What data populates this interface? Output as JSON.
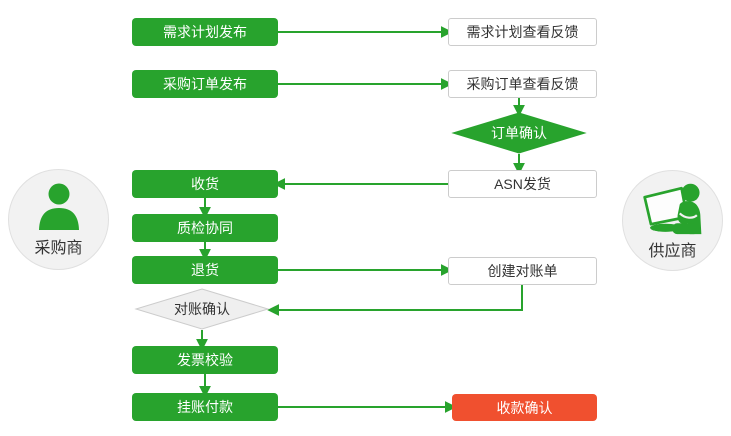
{
  "colors": {
    "green": "#28a32d",
    "red": "#f0502f",
    "box-border": "#cccccc",
    "diamond-fill": "#efefef",
    "circle-fill": "#f2f2f2",
    "circle-border": "#e0e0e0",
    "text-dark": "#333333"
  },
  "actors": {
    "buyer": {
      "label": "采购商",
      "icon": "person-icon"
    },
    "supplier": {
      "label": "供应商",
      "icon": "person-laptop-icon"
    }
  },
  "nodes": {
    "demand_plan_publish": {
      "label": "需求计划发布",
      "type": "process-green"
    },
    "demand_plan_feedback": {
      "label": "需求计划查看反馈",
      "type": "process-white"
    },
    "po_publish": {
      "label": "采购订单发布",
      "type": "process-green"
    },
    "po_feedback": {
      "label": "采购订单查看反馈",
      "type": "process-white"
    },
    "order_confirm": {
      "label": "订单确认",
      "type": "decision-green"
    },
    "asn_ship": {
      "label": "ASN发货",
      "type": "process-white"
    },
    "receive": {
      "label": "收货",
      "type": "process-green"
    },
    "qc_collab": {
      "label": "质检协同",
      "type": "process-green"
    },
    "return_goods": {
      "label": "退货",
      "type": "process-green"
    },
    "create_statement": {
      "label": "创建对账单",
      "type": "process-white"
    },
    "recon_confirm": {
      "label": "对账确认",
      "type": "decision-light"
    },
    "invoice_check": {
      "label": "发票校验",
      "type": "process-green"
    },
    "payment": {
      "label": "挂账付款",
      "type": "process-green"
    },
    "receipt_confirm": {
      "label": "收款确认",
      "type": "process-red"
    }
  }
}
